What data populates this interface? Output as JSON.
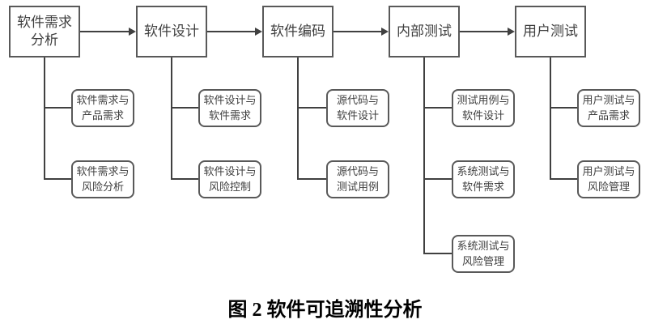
{
  "caption": "图 2  软件可追溯性分析",
  "colors": {
    "box_border": "#595959",
    "connector_line": "#404040",
    "box_text": "#3f3f3f",
    "caption_text": "#000000",
    "background": "#ffffff"
  },
  "flow": {
    "stages": [
      {
        "label_line1": "软件需求",
        "label_line2": "分析",
        "subs": [
          {
            "line1": "软件需求与",
            "line2": "产品需求"
          },
          {
            "line1": "软件需求与",
            "line2": "风险分析"
          }
        ]
      },
      {
        "label": "软件设计",
        "subs": [
          {
            "line1": "软件设计与",
            "line2": "软件需求"
          },
          {
            "line1": "软件设计与",
            "line2": "风险控制"
          }
        ]
      },
      {
        "label": "软件编码",
        "subs": [
          {
            "line1": "源代码与",
            "line2": "软件设计"
          },
          {
            "line1": "源代码与",
            "line2": "测试用例"
          }
        ]
      },
      {
        "label": "内部测试",
        "subs": [
          {
            "line1": "测试用例与",
            "line2": "软件设计"
          },
          {
            "line1": "系统测试与",
            "line2": "软件需求"
          },
          {
            "line1": "系统测试与",
            "line2": "风险管理"
          }
        ]
      },
      {
        "label": "用户测试",
        "subs": [
          {
            "line1": "用户测试与",
            "line2": "产品需求"
          },
          {
            "line1": "用户测试与",
            "line2": "风险管理"
          }
        ]
      }
    ]
  }
}
